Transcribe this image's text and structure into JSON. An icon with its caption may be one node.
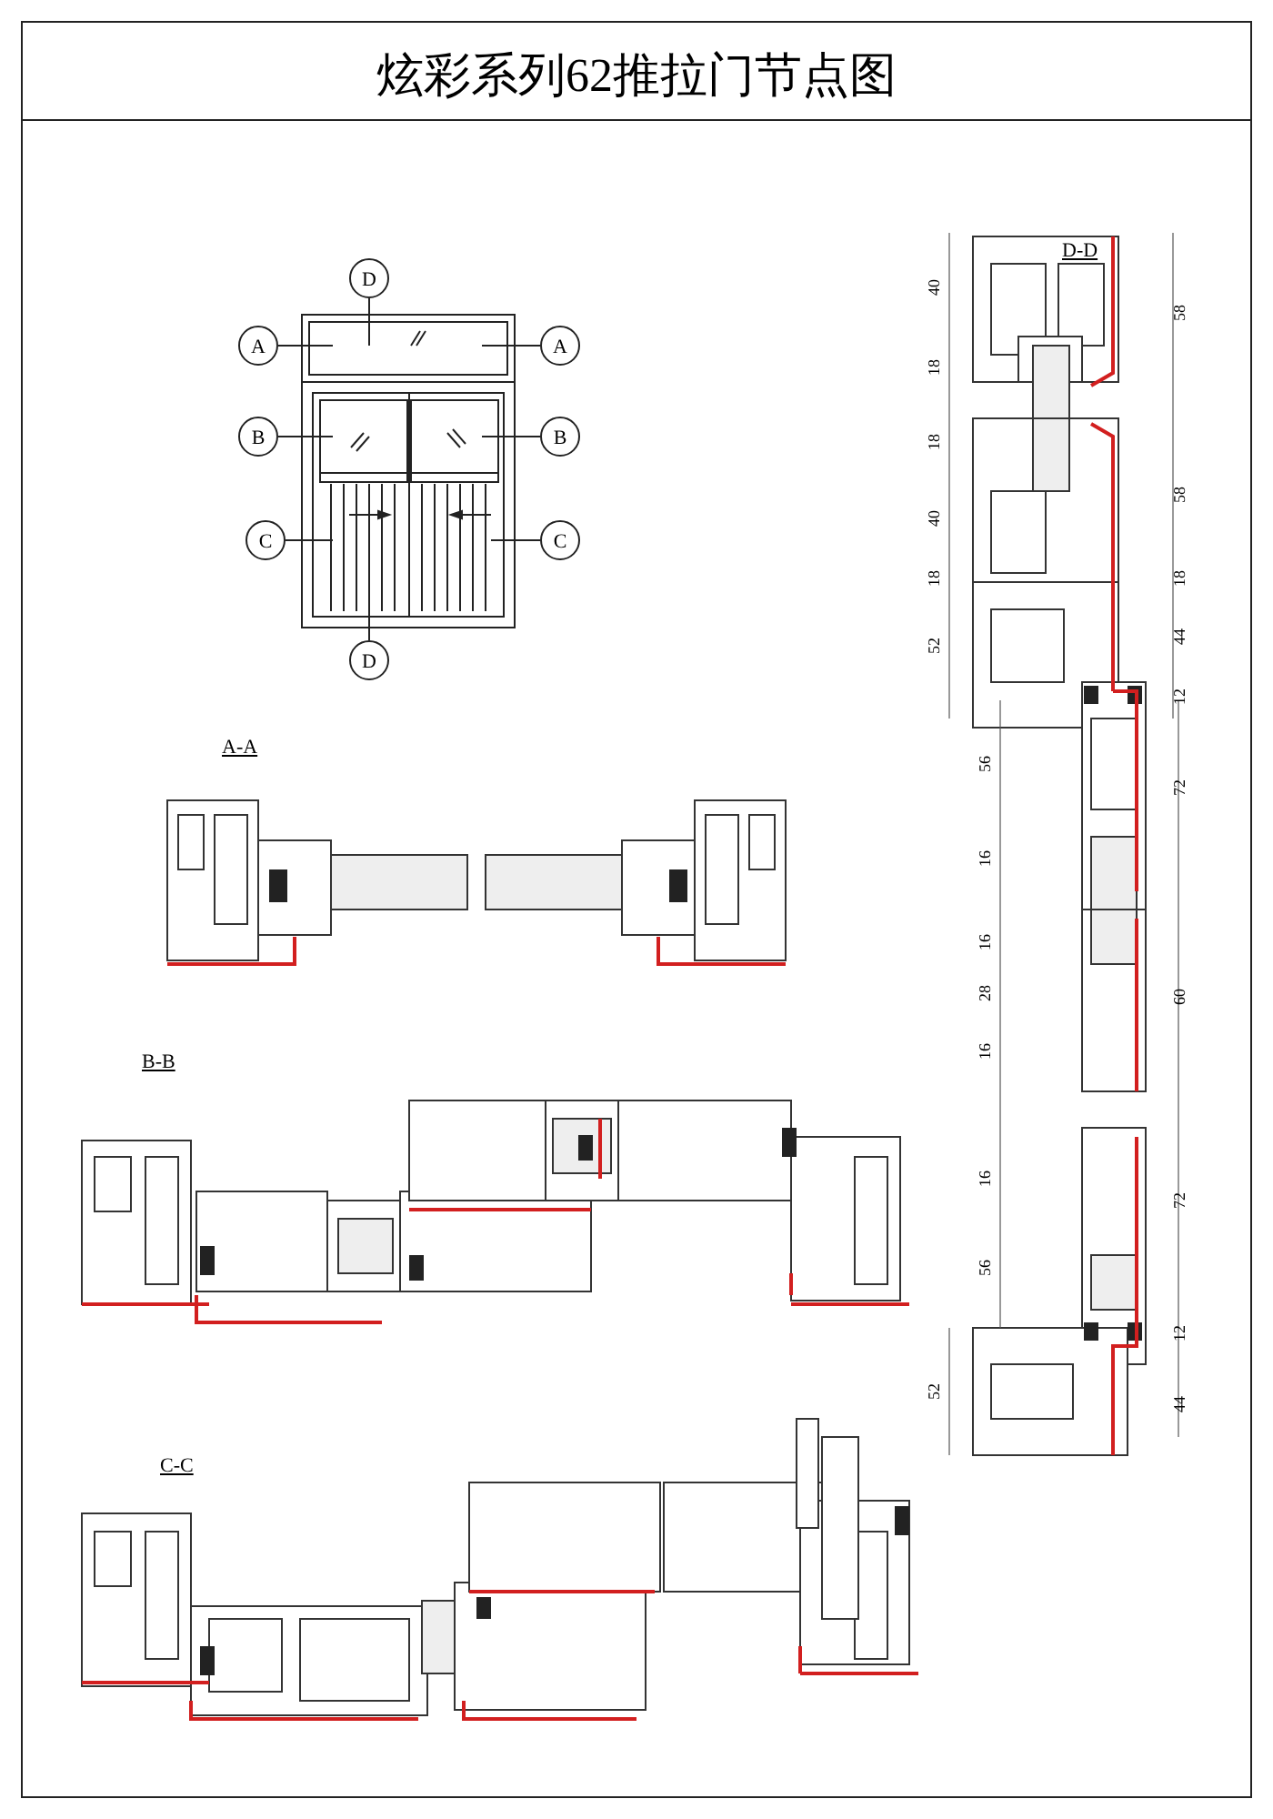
{
  "diagram": {
    "title": "炫彩系列62推拉门节点图",
    "nodes": [
      {
        "text": [
          "D"
        ]
      },
      {
        "text": [
          "A"
        ]
      },
      {
        "text": [
          "A"
        ]
      },
      {
        "text": [
          "B"
        ]
      },
      {
        "text": [
          "B"
        ]
      },
      {
        "text": [
          "C"
        ]
      },
      {
        "text": [
          "C"
        ]
      },
      {
        "text": [
          "D"
        ]
      }
    ],
    "edges": [
      {
        "from": 0,
        "to": null,
        "arrow": "none"
      },
      {
        "from": 1,
        "to": null,
        "arrow": "none"
      },
      {
        "from": 2,
        "to": null,
        "arrow": "none"
      },
      {
        "from": 3,
        "to": null,
        "arrow": "none"
      },
      {
        "from": 4,
        "to": null,
        "arrow": "none"
      },
      {
        "from": 5,
        "to": null,
        "arrow": "none"
      },
      {
        "from": 6,
        "to": null,
        "arrow": "none"
      },
      {
        "from": 7,
        "to": null,
        "arrow": "none"
      }
    ],
    "labels": [
      "D-D",
      "40",
      "58",
      "18",
      "18",
      "40",
      "58",
      "18",
      "18",
      "52",
      "44",
      "12",
      "56",
      "72",
      "16",
      "16",
      "28",
      "60",
      "16",
      "16",
      "56",
      "72",
      "12",
      "52",
      "44",
      "A-A",
      "B-B",
      "C-C"
    ]
  }
}
